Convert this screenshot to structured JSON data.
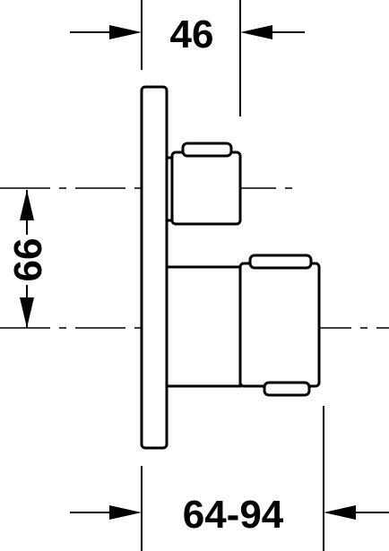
{
  "dimensions": {
    "top_width": "46",
    "left_height": "66",
    "bottom_depth": "64-94"
  },
  "colors": {
    "line": "#000000",
    "background": "#ffffff"
  }
}
